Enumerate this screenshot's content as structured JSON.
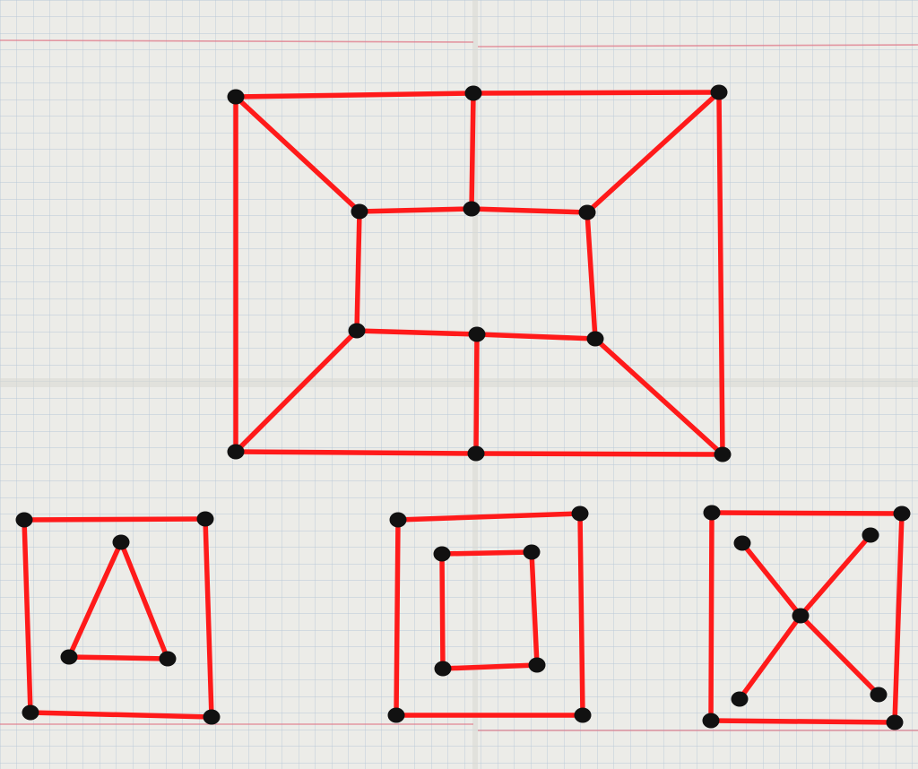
{
  "paper": {
    "background": "#ecece8",
    "grid_color": "#b9c9d8",
    "margin_line_color": "#e07a8a",
    "fold_shade": "#d8d8d2"
  },
  "ink": {
    "edge_color": "#ff1a1a",
    "node_color": "#111111"
  },
  "figures": [
    {
      "name": "large-nested-rectangles",
      "nodes": [
        {
          "id": "a1"
        },
        {
          "id": "a2"
        },
        {
          "id": "a3"
        },
        {
          "id": "a4"
        },
        {
          "id": "a5"
        },
        {
          "id": "a6"
        },
        {
          "id": "a7"
        },
        {
          "id": "a8"
        },
        {
          "id": "a9"
        },
        {
          "id": "a10"
        },
        {
          "id": "a11"
        },
        {
          "id": "a12"
        }
      ],
      "edges": [
        [
          "a1",
          "a2"
        ],
        [
          "a2",
          "a3"
        ],
        [
          "a3",
          "a6"
        ],
        [
          "a6",
          "a5"
        ],
        [
          "a5",
          "a4"
        ],
        [
          "a4",
          "a1"
        ],
        [
          "a7",
          "a8"
        ],
        [
          "a8",
          "a9"
        ],
        [
          "a9",
          "a12"
        ],
        [
          "a12",
          "a11"
        ],
        [
          "a11",
          "a10"
        ],
        [
          "a10",
          "a7"
        ],
        [
          "a1",
          "a7"
        ],
        [
          "a3",
          "a9"
        ],
        [
          "a4",
          "a10"
        ],
        [
          "a6",
          "a12"
        ],
        [
          "a2",
          "a8"
        ],
        [
          "a5",
          "a11"
        ]
      ]
    },
    {
      "name": "square-with-triangle",
      "nodes": [
        {
          "id": "b1"
        },
        {
          "id": "b2"
        },
        {
          "id": "b3"
        },
        {
          "id": "b4"
        },
        {
          "id": "b5"
        },
        {
          "id": "b6"
        },
        {
          "id": "b7"
        }
      ],
      "edges": [
        [
          "b1",
          "b2"
        ],
        [
          "b2",
          "b4"
        ],
        [
          "b4",
          "b3"
        ],
        [
          "b3",
          "b1"
        ],
        [
          "b5",
          "b6"
        ],
        [
          "b6",
          "b7"
        ],
        [
          "b7",
          "b5"
        ]
      ]
    },
    {
      "name": "square-with-inner-square",
      "nodes": [
        {
          "id": "c1"
        },
        {
          "id": "c2"
        },
        {
          "id": "c3"
        },
        {
          "id": "c4"
        },
        {
          "id": "c5"
        },
        {
          "id": "c6"
        },
        {
          "id": "c7"
        },
        {
          "id": "c8"
        }
      ],
      "edges": [
        [
          "c1",
          "c2"
        ],
        [
          "c2",
          "c4"
        ],
        [
          "c4",
          "c3"
        ],
        [
          "c3",
          "c1"
        ],
        [
          "c5",
          "c6"
        ],
        [
          "c6",
          "c8"
        ],
        [
          "c8",
          "c7"
        ],
        [
          "c7",
          "c5"
        ]
      ]
    },
    {
      "name": "square-with-cross",
      "nodes": [
        {
          "id": "d1"
        },
        {
          "id": "d2"
        },
        {
          "id": "d3"
        },
        {
          "id": "d4"
        },
        {
          "id": "d5"
        },
        {
          "id": "d6"
        },
        {
          "id": "d7"
        },
        {
          "id": "d8"
        },
        {
          "id": "d9"
        }
      ],
      "edges": [
        [
          "d1",
          "d2"
        ],
        [
          "d2",
          "d4"
        ],
        [
          "d4",
          "d3"
        ],
        [
          "d3",
          "d1"
        ],
        [
          "d5",
          "d9"
        ],
        [
          "d9",
          "d8"
        ],
        [
          "d6",
          "d9"
        ],
        [
          "d9",
          "d7"
        ]
      ]
    }
  ]
}
